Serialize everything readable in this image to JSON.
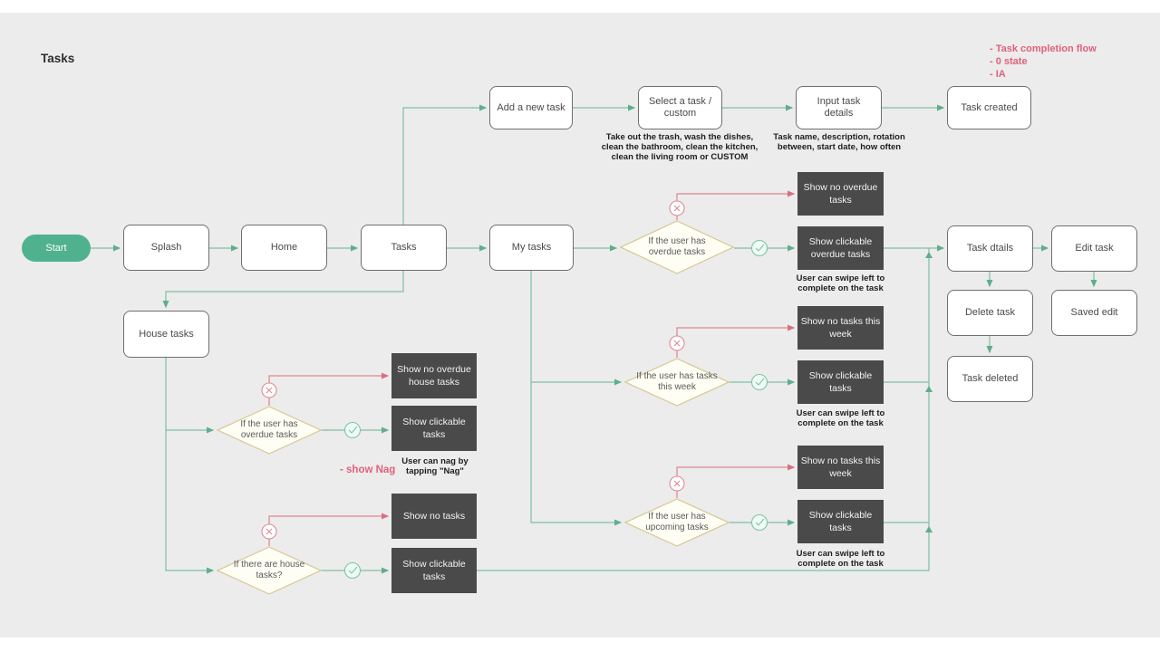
{
  "title": "Tasks",
  "annotations": {
    "line1": "- Task completion flow",
    "line2": "- 0 state",
    "line3": "- IA",
    "show_nag": "- show Nag"
  },
  "colors": {
    "canvas": "#ececec",
    "start_green": "#50b18e",
    "line_green": "#7fbfa3",
    "arrow_green": "#5fae8c",
    "line_red": "#dd8691",
    "annotation_red": "#e0617c",
    "dark_box": "#4a4a4a",
    "diamond_border": "#d6c791",
    "diamond_fill": "#fffef4"
  },
  "nodes": {
    "start": "Start",
    "splash": "Splash",
    "home": "Home",
    "tasks": "Tasks",
    "my_tasks": "My tasks",
    "house_tasks": "House tasks",
    "add_new_task": "Add a new task",
    "select_task": "Select a task /\ncustom",
    "input_details": "Input task details",
    "task_created": "Task created",
    "task_details": "Task dtails",
    "edit_task": "Edit task",
    "delete_task": "Delete task",
    "saved_edit": "Saved edit",
    "task_deleted": "Task deleted"
  },
  "decisions": {
    "overdue": "If the user has\noverdue tasks",
    "this_week": "If the user has tasks\nthis week",
    "upcoming": "If the user has\nupcoming tasks",
    "house_overdue": "If the user has\noverdue tasks",
    "house_exist": "If there are house\ntasks?"
  },
  "dark_boxes": {
    "no_overdue": "Show no overdue\ntasks",
    "clickable_overdue": "Show clickable\noverdue tasks",
    "no_this_week": "Show no tasks this\nweek",
    "clickable_week": "Show clickable\ntasks",
    "no_this_week2": "Show no tasks this\nweek",
    "clickable_upcoming": "Show clickable\ntasks",
    "no_overdue_house": "Show no overdue\nhouse tasks",
    "clickable_house": "Show clickable\ntasks",
    "no_tasks": "Show no tasks",
    "clickable_house2": "Show clickable\ntasks"
  },
  "notes": {
    "select_hint": "Take out the trash, wash the dishes,\nclean the bathroom, clean the kitchen,\nclean the living room or CUSTOM",
    "input_hint": "Task name, description, rotation\nbetween, start date, how often",
    "swipe1": "User can swipe left to\ncomplete on the task",
    "swipe2": "User can swipe left to\ncomplete on the task",
    "swipe3": "User can swipe left to\ncomplete on the task",
    "nag": "User can nag by\ntapping \"Nag\""
  }
}
